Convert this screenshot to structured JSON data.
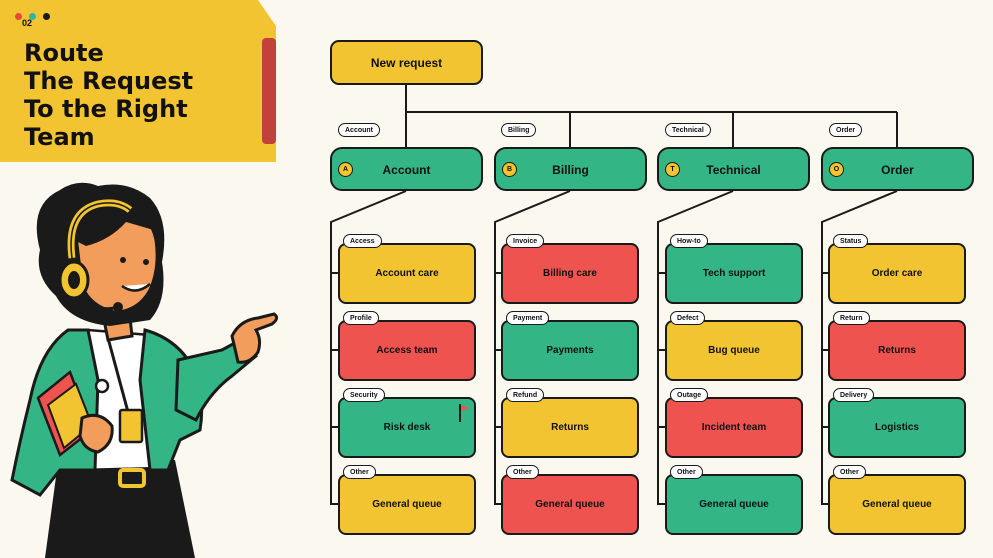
{
  "header": {
    "slide_number": "02",
    "title_lines": [
      "Route",
      "The Request",
      "To the Right",
      "Team"
    ]
  },
  "colors": {
    "yellow": "#f3c431",
    "green": "#33b585",
    "red": "#ee5350",
    "accent_bar": "#c2413a",
    "dot_red": "#e64c3c",
    "dot_teal": "#2fb6a3",
    "dot_dark": "#1a1a1a"
  },
  "root": {
    "label": "New request"
  },
  "categories": [
    {
      "id": "account",
      "badge": "A",
      "label": "Account",
      "edge_tag": "Account",
      "leaves": [
        {
          "tag": "Access",
          "label": "Account care",
          "color": "yellow"
        },
        {
          "tag": "Profile",
          "label": "Access team",
          "color": "red"
        },
        {
          "tag": "Security",
          "label": "Risk desk",
          "color": "green",
          "flag": true
        },
        {
          "tag": "Other",
          "label": "General queue",
          "color": "yellow"
        }
      ]
    },
    {
      "id": "billing",
      "badge": "B",
      "label": "Billing",
      "edge_tag": "Billing",
      "leaves": [
        {
          "tag": "Invoice",
          "label": "Billing care",
          "color": "red"
        },
        {
          "tag": "Payment",
          "label": "Payments",
          "color": "green"
        },
        {
          "tag": "Refund",
          "label": "Returns",
          "color": "yellow"
        },
        {
          "tag": "Other",
          "label": "General queue",
          "color": "red"
        }
      ]
    },
    {
      "id": "technical",
      "badge": "T",
      "label": "Technical",
      "edge_tag": "Technical",
      "leaves": [
        {
          "tag": "How-to",
          "label": "Tech support",
          "color": "green"
        },
        {
          "tag": "Defect",
          "label": "Bug queue",
          "color": "yellow"
        },
        {
          "tag": "Outage",
          "label": "Incident team",
          "color": "red"
        },
        {
          "tag": "Other",
          "label": "General queue",
          "color": "green"
        }
      ]
    },
    {
      "id": "order",
      "badge": "O",
      "label": "Order",
      "edge_tag": "Order",
      "leaves": [
        {
          "tag": "Status",
          "label": "Order care",
          "color": "yellow"
        },
        {
          "tag": "Return",
          "label": "Returns",
          "color": "red"
        },
        {
          "tag": "Delivery",
          "label": "Logistics",
          "color": "green"
        },
        {
          "tag": "Other",
          "label": "General queue",
          "color": "yellow"
        }
      ]
    }
  ],
  "illustration": {
    "subject": "support-agent-with-headset"
  }
}
